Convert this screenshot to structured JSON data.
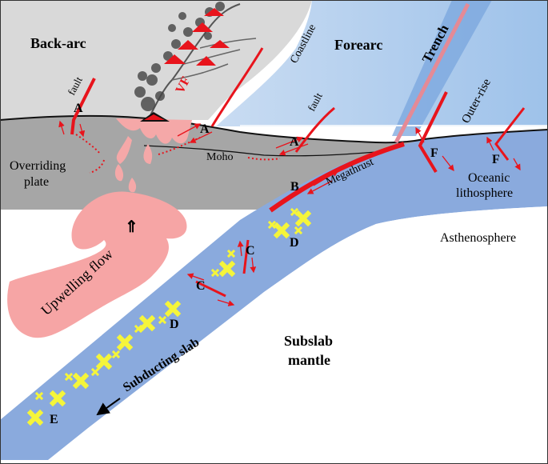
{
  "labels": {
    "back_arc": "Back-arc",
    "forearc": "Forearc",
    "coastline": "Coastline",
    "trench": "Trench",
    "outer_rise": "Outer-rise",
    "vf": "VF",
    "fault_left": "fault",
    "fault_right": "fault",
    "overriding_plate_1": "Overriding",
    "overriding_plate_2": "plate",
    "moho": "Moho",
    "megathrust": "Megathrust",
    "oceanic_1": "Oceanic",
    "oceanic_2": "lithosphere",
    "asthenosphere": "Asthenosphere",
    "upwelling_flow": "Upwelling flow",
    "subducting_slab": "Subducting slab",
    "subslab_1": "Subslab",
    "subslab_2": "mantle",
    "up_arrow": "⇑",
    "A1": "A",
    "A2": "A",
    "A3": "A",
    "B": "B",
    "C1": "C",
    "C2": "C",
    "D1": "D",
    "D2": "D",
    "E": "E",
    "F1": "F",
    "F2": "F"
  },
  "colors": {
    "fault_red": "#e8141c",
    "slab_blue": "#8aa9dc",
    "ocean_blue": "#a9c9ec",
    "plate_gray": "#a5a5a5",
    "backarc_gray": "#d8d8d8",
    "upwelling_pink": "#f7a3a3",
    "eq_yellow": "#f5f53a",
    "trench_pink": "#e48a96"
  }
}
